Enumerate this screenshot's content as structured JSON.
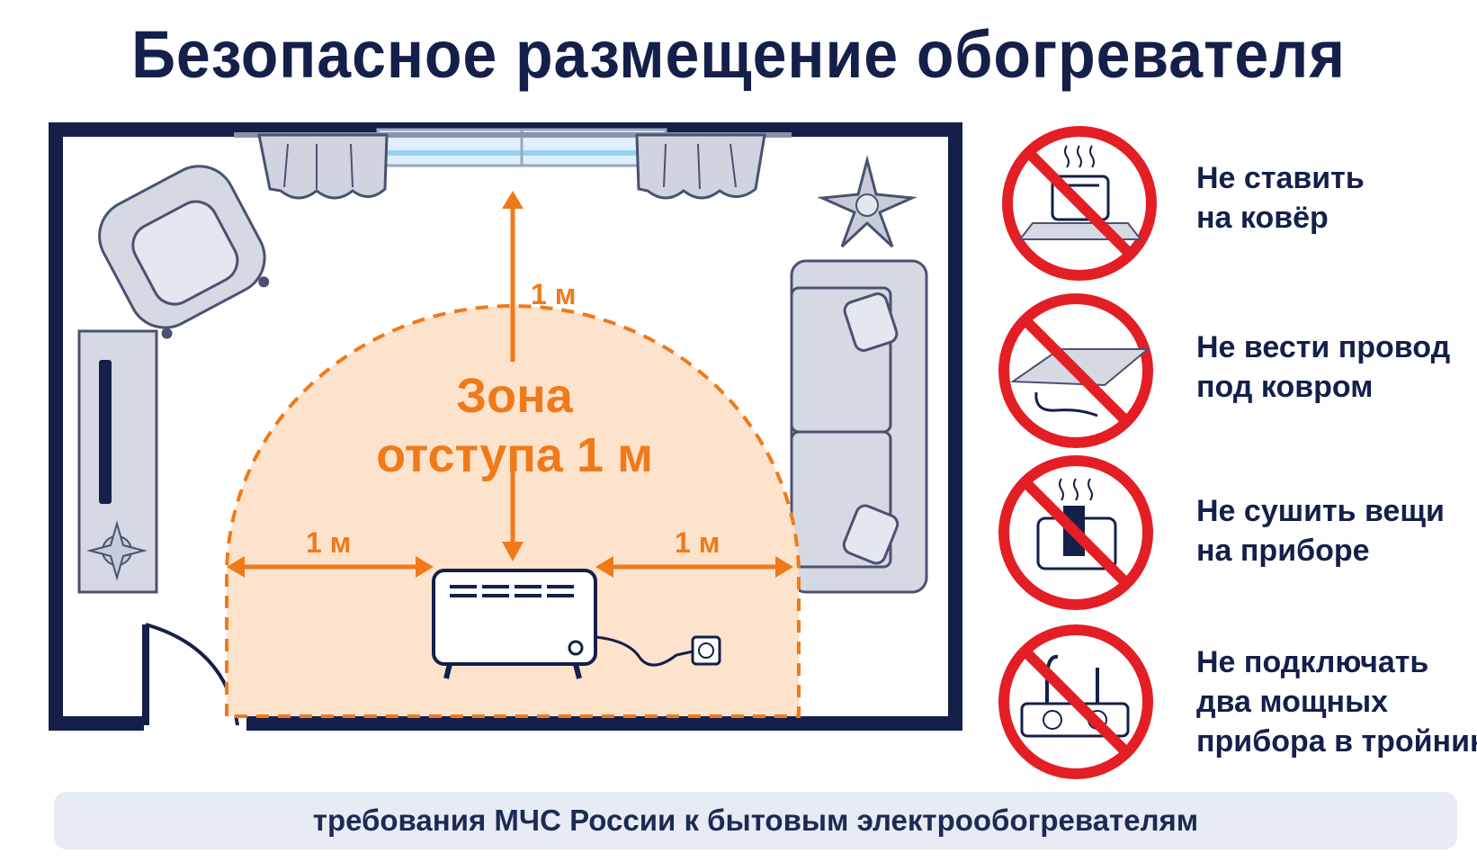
{
  "title": "Безопасное размещение обогревателя",
  "zone": {
    "label_line1": "Зона",
    "label_line2": "отступа 1 м",
    "distance_top": "1 м",
    "distance_left": "1 м",
    "distance_right": "1 м"
  },
  "rules": [
    {
      "line1": "Не ставить",
      "line2": "на ковёр",
      "icon": "heater-on-carpet-icon"
    },
    {
      "line1": "Не вести провод",
      "line2": "под ковром",
      "icon": "cable-under-carpet-icon"
    },
    {
      "line1": "Не сушить вещи",
      "line2": "на приборе",
      "icon": "clothes-on-heater-icon"
    },
    {
      "line1": "Не подключать",
      "line2": "два мощных",
      "line3": "прибора в тройник",
      "icon": "power-strip-two-plugs-icon"
    }
  ],
  "footer": "требования МЧС России к бытовым электрообогревателям",
  "colors": {
    "title": "#14204a",
    "accent_orange": "#f07a1a",
    "zone_fill": "#fde3cc",
    "prohibition_red": "#e31e24",
    "wall": "#14204a",
    "furniture": "#d5d9e3"
  }
}
